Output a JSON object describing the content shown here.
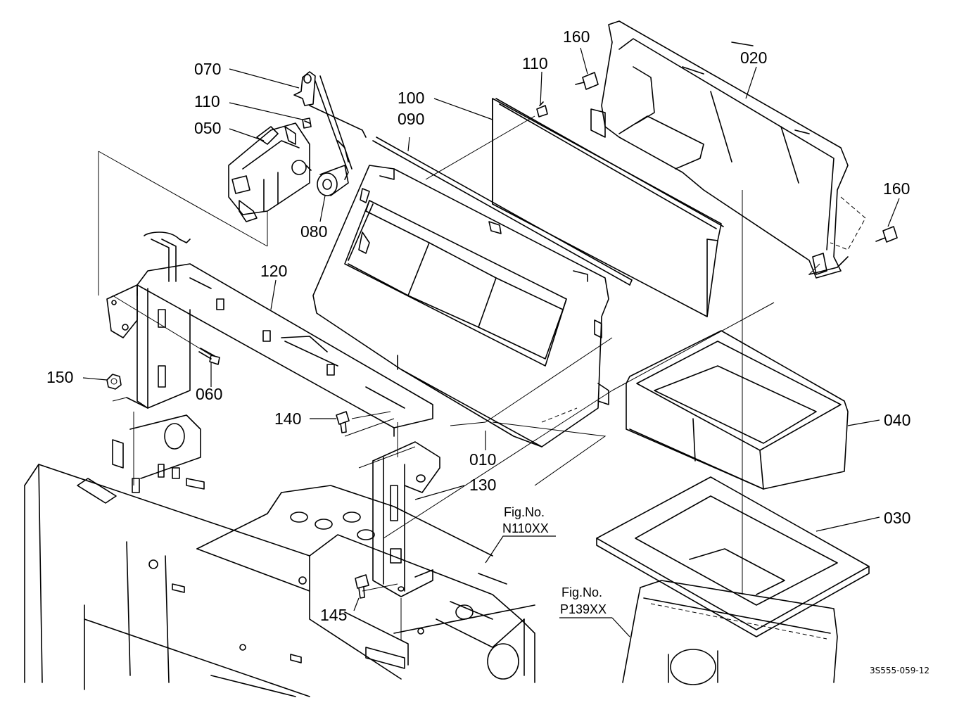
{
  "parts": [
    {
      "id": "p020",
      "label": "020"
    },
    {
      "id": "p160a",
      "label": "160"
    },
    {
      "id": "p160b",
      "label": "160"
    },
    {
      "id": "p110a",
      "label": "110"
    },
    {
      "id": "p110b",
      "label": "110"
    },
    {
      "id": "p100",
      "label": "100"
    },
    {
      "id": "p090",
      "label": "090"
    },
    {
      "id": "p070",
      "label": "070"
    },
    {
      "id": "p050",
      "label": "050"
    },
    {
      "id": "p080",
      "label": "080"
    },
    {
      "id": "p120",
      "label": "120"
    },
    {
      "id": "p150",
      "label": "150"
    },
    {
      "id": "p060",
      "label": "060"
    },
    {
      "id": "p140",
      "label": "140"
    },
    {
      "id": "p010",
      "label": "010"
    },
    {
      "id": "p040",
      "label": "040"
    },
    {
      "id": "p130",
      "label": "130"
    },
    {
      "id": "p030",
      "label": "030"
    },
    {
      "id": "p145",
      "label": "145"
    }
  ],
  "references": {
    "ref1_line1": "Fig.No.",
    "ref1_line2": "N110XX",
    "ref2_line1": "Fig.No.",
    "ref2_line2": "P139XX"
  },
  "drawing_code": "3S555-059-12"
}
